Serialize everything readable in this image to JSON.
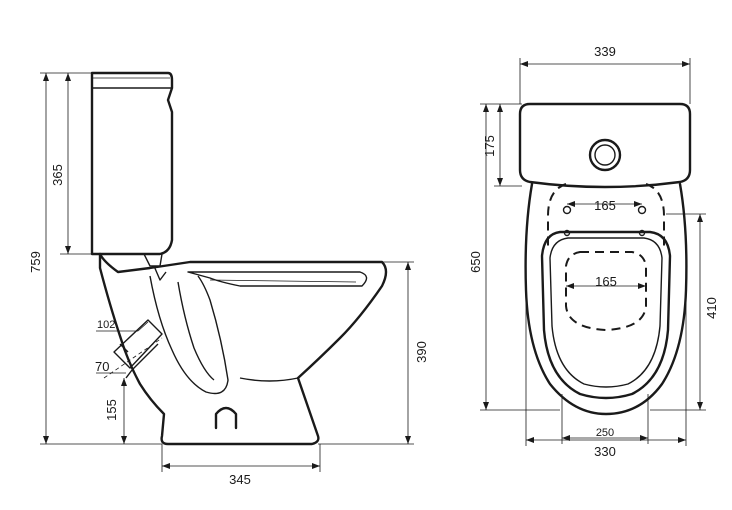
{
  "side_view": {
    "dim_height_total": "759",
    "dim_cistern_height": "365",
    "dim_outlet_diameter": "102",
    "dim_outlet_inner": "70",
    "dim_outlet_height": "155",
    "dim_bowl_height": "390",
    "dim_base_depth": "345"
  },
  "top_view": {
    "dim_cistern_width": "339",
    "dim_cistern_depth": "175",
    "dim_total_depth": "650",
    "dim_seat_holes": "165",
    "dim_seat_opening": "165",
    "dim_bowl_depth": "410",
    "dim_base_width": "250",
    "dim_bowl_width": "330"
  }
}
